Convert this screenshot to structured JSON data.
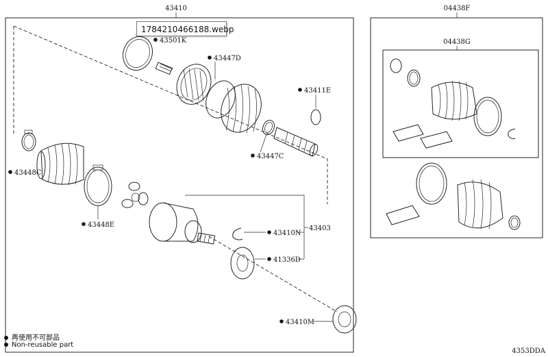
{
  "diagram": {
    "assembly_main": "43410",
    "assembly_kit": "04438F",
    "assembly_sub": "04438G",
    "outer_joint_assy": "43403",
    "labels": {
      "p43501K": "43501K",
      "p43447D": "43447D",
      "p43411E": "43411E",
      "p43447C": "43447C",
      "p43448C": "43448C",
      "p43448E": "43448E",
      "p43410N": "43410N",
      "p41336D": "41336D",
      "p43410M": "43410M"
    },
    "diagram_code": "4353DDA"
  },
  "overlay": {
    "filename": "1784210466188.webp"
  },
  "legend": {
    "cn": "再使用不可部品",
    "en": "Non-reusable part"
  }
}
